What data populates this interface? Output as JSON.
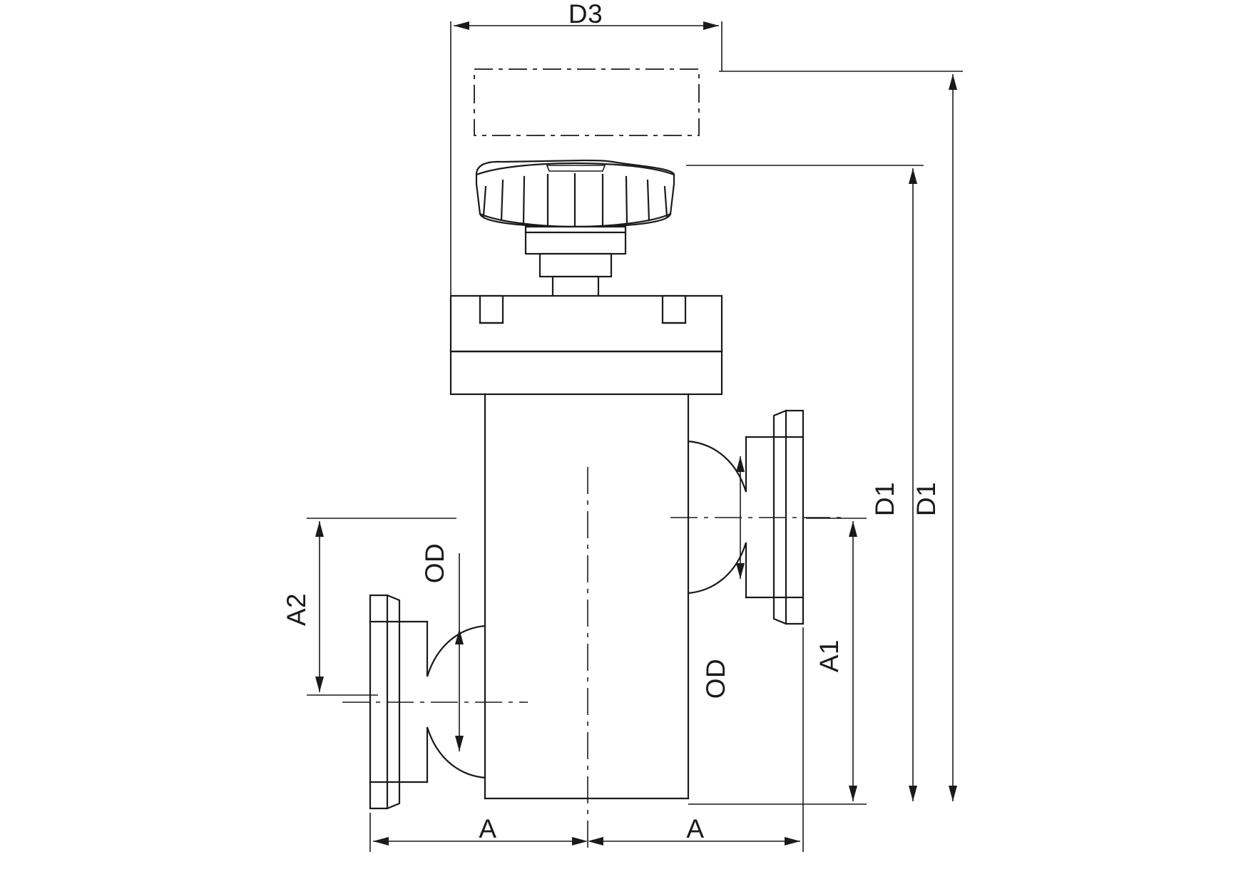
{
  "drawing": {
    "title": "Angle valve technical dimension drawing",
    "background_color": "#ffffff",
    "line_color": "#1a1a1a",
    "labels": {
      "d3": "D3",
      "d1_inner": "D1",
      "d1_outer": "D1",
      "a1": "A1",
      "a2": "A2",
      "a_left": "A",
      "a_right": "A",
      "od_left": "OD",
      "od_right": "OD"
    }
  }
}
